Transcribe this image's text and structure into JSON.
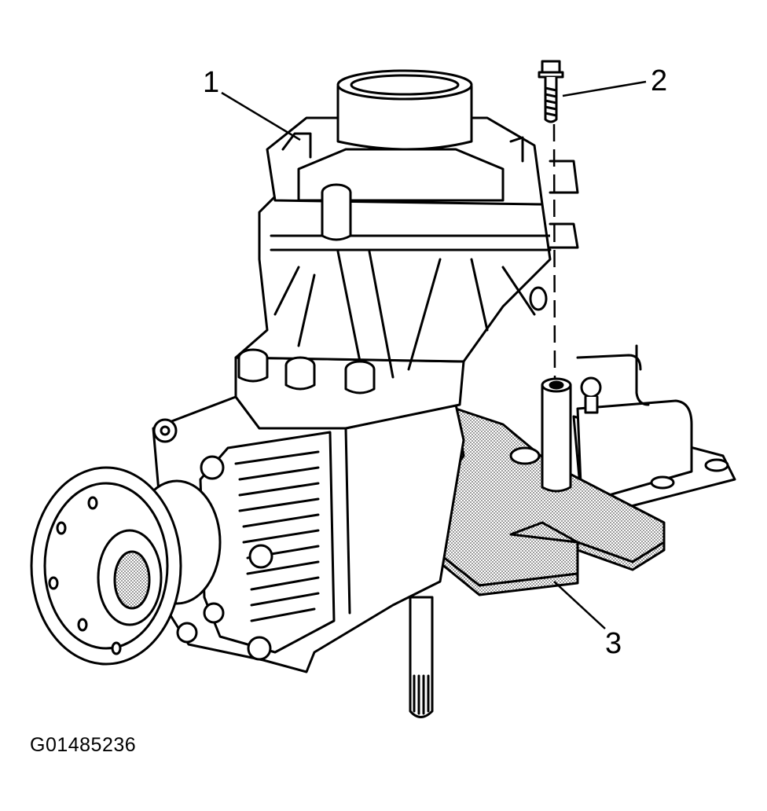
{
  "figure": {
    "id_label": "G01485236",
    "callouts": [
      {
        "number": "1"
      },
      {
        "number": "2"
      },
      {
        "number": "3"
      }
    ],
    "colors": {
      "ink": "#000000",
      "paper": "#ffffff",
      "stipple": "#8a8a8a"
    }
  }
}
